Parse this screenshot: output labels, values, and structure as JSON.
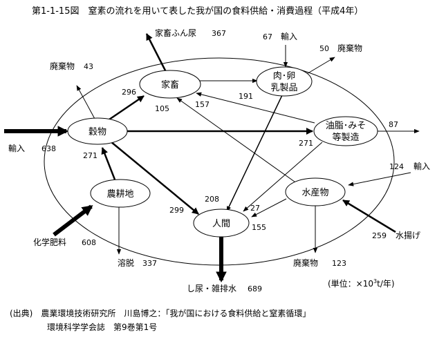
{
  "title": "第1-1-15図　窒素の流れを用いて表した我が国の食料供給・消費過程（平成4年）",
  "nodes": {
    "livestock": "家畜",
    "meat": "肉･卵",
    "meat2": "乳製品",
    "grain": "穀物",
    "oil": "油脂･みそ",
    "oil2": "等製造",
    "farmland": "農耕地",
    "fishery": "水産物",
    "human": "人間"
  },
  "labels": {
    "manure": "家畜ふん尿",
    "import_meat": "輸入",
    "waste_meat": "廃棄物",
    "waste_grain": "廃棄物",
    "import_grain": "輸入",
    "import_fish": "輸入",
    "fertilizer": "化学肥料",
    "leaching": "溶脱",
    "landing": "水揚げ",
    "waste_fish": "廃棄物",
    "excreta": "し尿・雑排水"
  },
  "values": {
    "manure": "367",
    "import_meat": "67",
    "waste_meat": "50",
    "waste_grain": "43",
    "grain_to_livestock": "296",
    "livestock_to_meat": "191",
    "grain_to_human_105": "105",
    "oil_to_livestock": "157",
    "oil_out": "87",
    "import_grain": "638",
    "farmland_to_grain": "271",
    "grain_to_oil": "271",
    "import_fish": "124",
    "meat_to_human": "208",
    "oil_to_human": "27",
    "grain_to_human": "299",
    "fish_to_human": "155",
    "fertilizer": "608",
    "landing": "259",
    "leaching": "337",
    "waste_fish": "123",
    "excreta": "689"
  },
  "unit_note": "(単位：×10",
  "unit_sup": "3",
  "unit_tail": "t/年)",
  "source": {
    "line1": "(出典)　農業環境技術研究所　川島博之：「我が国における食料供給と窒素循環」",
    "line2": "環境科学学会誌　第9巻第1号"
  }
}
